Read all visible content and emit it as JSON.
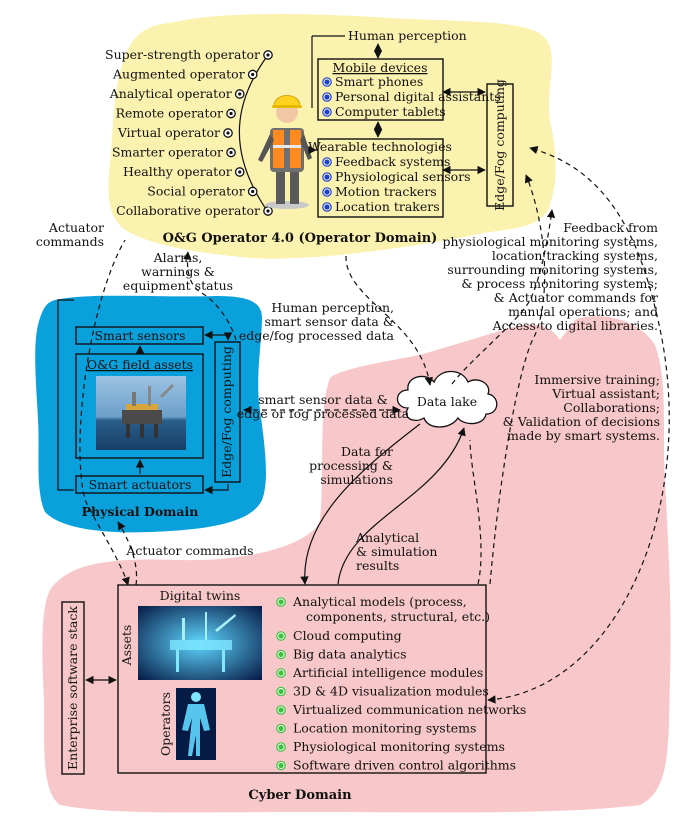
{
  "colors": {
    "operator_domain": "#fbf2b0",
    "physical_domain": "#0aa0dc",
    "cyber_domain": "#f7c7c9",
    "blue_bullet": "#1c3fd6",
    "green_bullet": "#39c23a"
  },
  "operator_domain": {
    "title": "O&G Operator 4.0 (Operator Domain)",
    "operators": [
      "Super-strength operator",
      "Augmented operator",
      "Analytical operator",
      "Remote operator",
      "Virtual operator",
      "Smarter operator",
      "Healthy operator",
      "Social operator",
      "Collaborative operator"
    ],
    "human_perception": "Human perception",
    "mobile_devices": {
      "title": "Mobile devices",
      "items": [
        "Smart phones",
        "Personal digital assistants",
        "Computer tablets"
      ]
    },
    "wearables": {
      "title": "Wearable technologies",
      "items": [
        "Feedback systems",
        "Physiological sensors",
        "Motion trackers",
        "Location trakers"
      ]
    },
    "edge_fog": "Edge/Fog computing"
  },
  "physical_domain": {
    "title": "Physical Domain",
    "smart_sensors": "Smart sensors",
    "field_assets": "O&G field assets",
    "smart_actuators": "Smart actuators",
    "edge_fog": "Edge/Fog computing"
  },
  "cyber_domain": {
    "title": "Cyber Domain",
    "enterprise": "Enterprise software stack",
    "digital_twins": "Digital twins",
    "assets": "Assets",
    "operators": "Operators",
    "items": [
      [
        "Analytical models (process,",
        "components, structural, etc.)"
      ],
      [
        "Cloud computing"
      ],
      [
        "Big data analytics"
      ],
      [
        "Artificial intelligence modules"
      ],
      [
        "3D & 4D visualization modules"
      ],
      [
        "Virtualized communication networks"
      ],
      [
        "Location monitoring systems"
      ],
      [
        "Physiological monitoring systems"
      ],
      [
        "Software driven control algorithms"
      ]
    ]
  },
  "data_lake": "Data lake",
  "labels": {
    "actuator_commands_top": [
      "Actuator",
      "commands"
    ],
    "alarms": [
      "Alarms,",
      "warnings &",
      "equipment status"
    ],
    "human_perception_block": [
      "Human perception,",
      "smart sensor data &",
      "edge/fog processed data"
    ],
    "feedback_block": [
      "Feedback from",
      "physiological monitoring systems,",
      "location tracking systems,",
      "surrounding monitoring systems,",
      "& process monitoring systems;",
      "& Actuator commands for",
      "manual operations; and",
      "Access to digital libraries."
    ],
    "immersive_block": [
      "Immersive training;",
      "Virtual assistant;",
      "Collaborations;",
      "& Validation of decisions",
      "made by smart systems."
    ],
    "sensor_data": [
      "smart sensor data &",
      "edge or fog processed data"
    ],
    "data_for_processing": [
      "Data for",
      "processing &",
      "simulations"
    ],
    "analytical_results": [
      "Analytical",
      "& simulation",
      "results"
    ],
    "actuator_commands_bottom": "Actuator commands"
  }
}
